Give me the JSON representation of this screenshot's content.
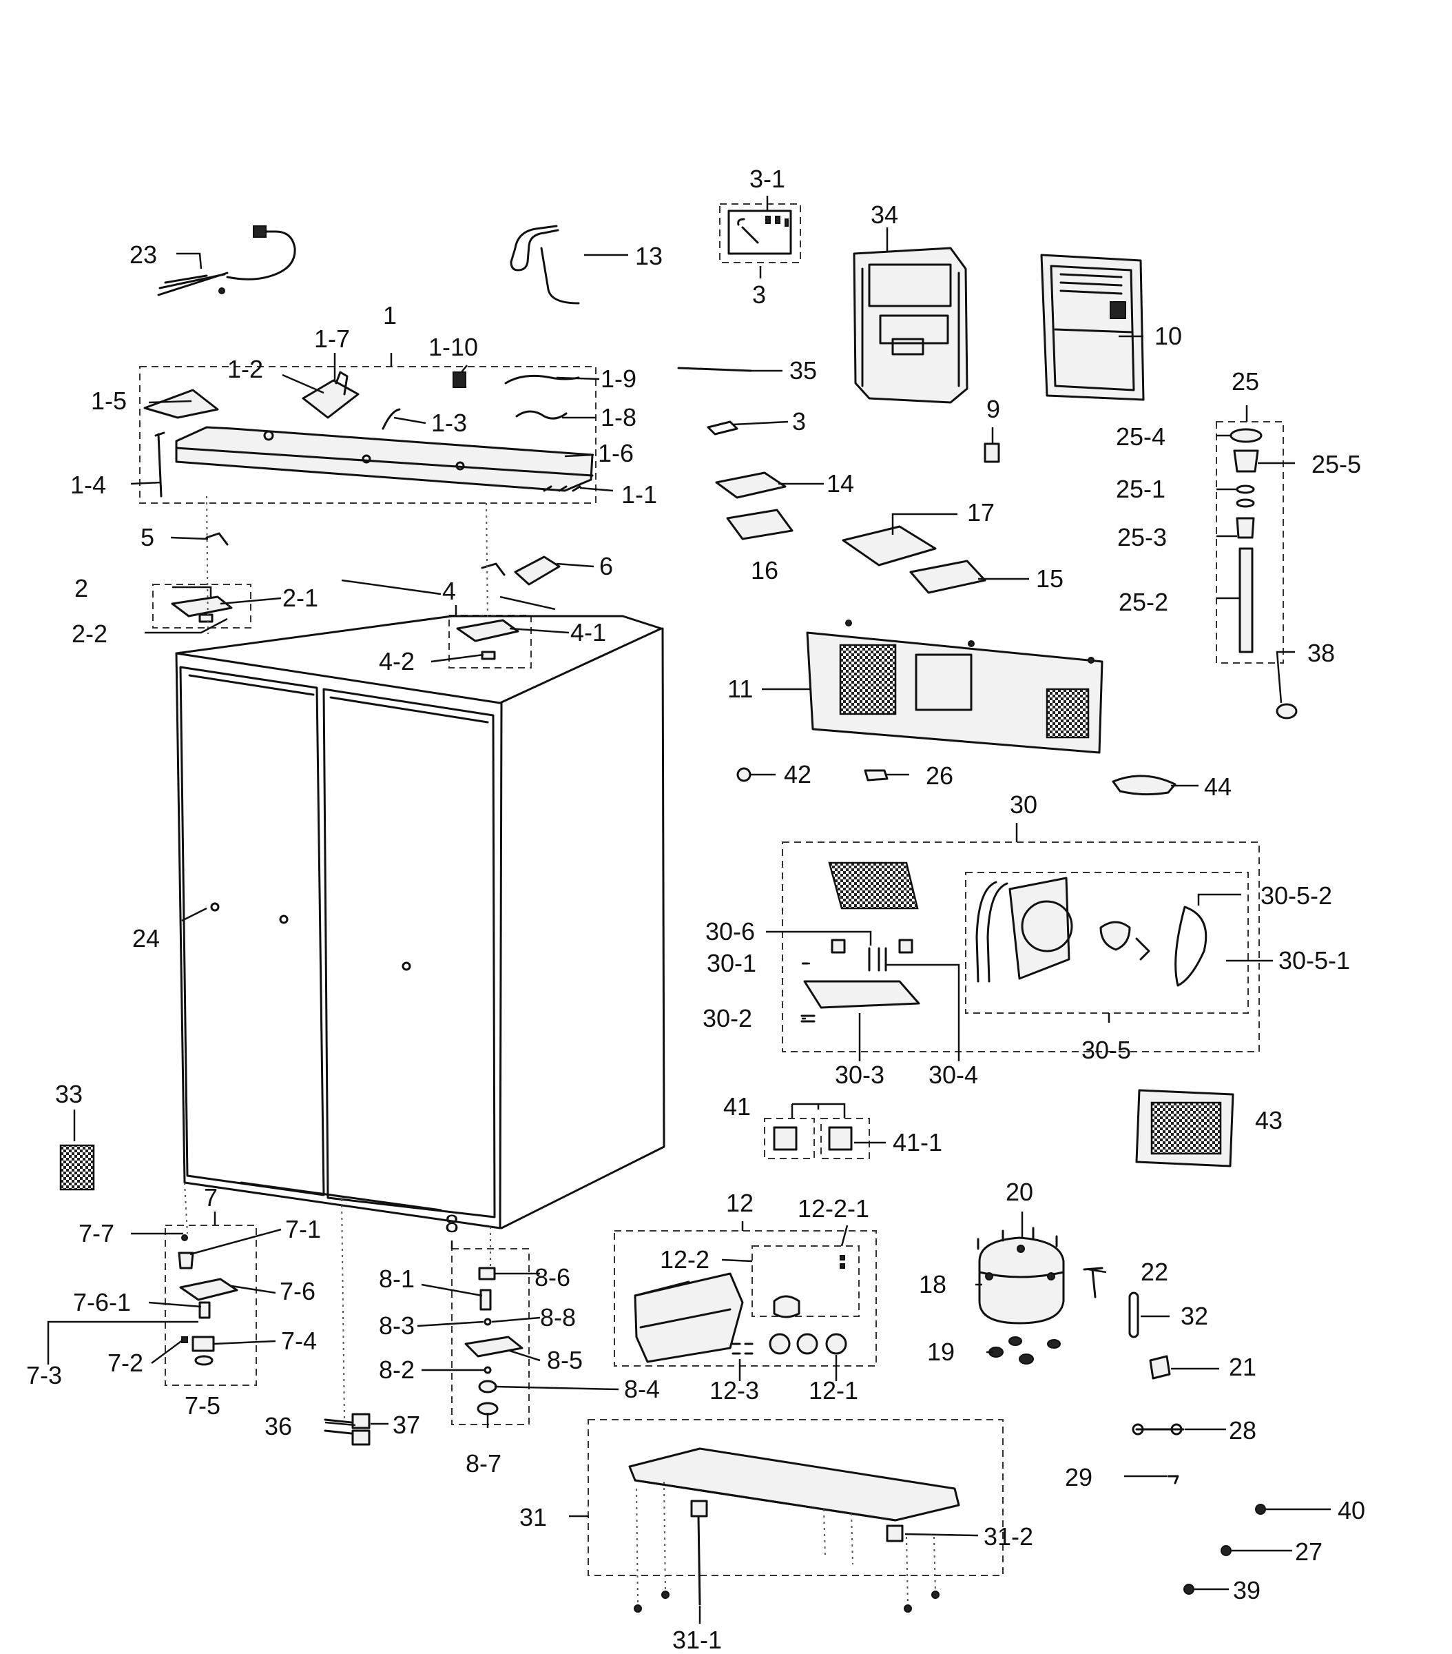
{
  "callouts": [
    {
      "id": "c1",
      "text": "1"
    },
    {
      "id": "c1_1",
      "text": "1-1"
    },
    {
      "id": "c1_2",
      "text": "1-2"
    },
    {
      "id": "c1_3",
      "text": "1-3"
    },
    {
      "id": "c1_4",
      "text": "1-4"
    },
    {
      "id": "c1_5",
      "text": "1-5"
    },
    {
      "id": "c1_6",
      "text": "1-6"
    },
    {
      "id": "c1_7",
      "text": "1-7"
    },
    {
      "id": "c1_8",
      "text": "1-8"
    },
    {
      "id": "c1_9",
      "text": "1-9"
    },
    {
      "id": "c1_10",
      "text": "1-10"
    },
    {
      "id": "c2",
      "text": "2"
    },
    {
      "id": "c2_1",
      "text": "2-1"
    },
    {
      "id": "c2_2",
      "text": "2-2"
    },
    {
      "id": "c3a",
      "text": "3"
    },
    {
      "id": "c3_1",
      "text": "3-1"
    },
    {
      "id": "c3b",
      "text": "3"
    },
    {
      "id": "c4",
      "text": "4"
    },
    {
      "id": "c4_1",
      "text": "4-1"
    },
    {
      "id": "c4_2",
      "text": "4-2"
    },
    {
      "id": "c5",
      "text": "5"
    },
    {
      "id": "c6",
      "text": "6"
    },
    {
      "id": "c7",
      "text": "7"
    },
    {
      "id": "c7_1",
      "text": "7-1"
    },
    {
      "id": "c7_2",
      "text": "7-2"
    },
    {
      "id": "c7_3",
      "text": "7-3"
    },
    {
      "id": "c7_4",
      "text": "7-4"
    },
    {
      "id": "c7_5",
      "text": "7-5"
    },
    {
      "id": "c7_6",
      "text": "7-6"
    },
    {
      "id": "c7_6_1",
      "text": "7-6-1"
    },
    {
      "id": "c7_7",
      "text": "7-7"
    },
    {
      "id": "c8",
      "text": "8"
    },
    {
      "id": "c8_1",
      "text": "8-1"
    },
    {
      "id": "c8_2",
      "text": "8-2"
    },
    {
      "id": "c8_3",
      "text": "8-3"
    },
    {
      "id": "c8_4",
      "text": "8-4"
    },
    {
      "id": "c8_5",
      "text": "8-5"
    },
    {
      "id": "c8_6",
      "text": "8-6"
    },
    {
      "id": "c8_7",
      "text": "8-7"
    },
    {
      "id": "c8_8",
      "text": "8-8"
    },
    {
      "id": "c9",
      "text": "9"
    },
    {
      "id": "c10",
      "text": "10"
    },
    {
      "id": "c11",
      "text": "11"
    },
    {
      "id": "c12",
      "text": "12"
    },
    {
      "id": "c12_1",
      "text": "12-1"
    },
    {
      "id": "c12_2",
      "text": "12-2"
    },
    {
      "id": "c12_2_1",
      "text": "12-2-1"
    },
    {
      "id": "c12_3",
      "text": "12-3"
    },
    {
      "id": "c13",
      "text": "13"
    },
    {
      "id": "c14",
      "text": "14"
    },
    {
      "id": "c15",
      "text": "15"
    },
    {
      "id": "c16",
      "text": "16"
    },
    {
      "id": "c17",
      "text": "17"
    },
    {
      "id": "c18",
      "text": "18"
    },
    {
      "id": "c19",
      "text": "19"
    },
    {
      "id": "c20",
      "text": "20"
    },
    {
      "id": "c21",
      "text": "21"
    },
    {
      "id": "c22",
      "text": "22"
    },
    {
      "id": "c23",
      "text": "23"
    },
    {
      "id": "c24",
      "text": "24"
    },
    {
      "id": "c25",
      "text": "25"
    },
    {
      "id": "c25_1",
      "text": "25-1"
    },
    {
      "id": "c25_2",
      "text": "25-2"
    },
    {
      "id": "c25_3",
      "text": "25-3"
    },
    {
      "id": "c25_4",
      "text": "25-4"
    },
    {
      "id": "c25_5",
      "text": "25-5"
    },
    {
      "id": "c26",
      "text": "26"
    },
    {
      "id": "c27",
      "text": "27"
    },
    {
      "id": "c28",
      "text": "28"
    },
    {
      "id": "c29",
      "text": "29"
    },
    {
      "id": "c30",
      "text": "30"
    },
    {
      "id": "c30_1",
      "text": "30-1"
    },
    {
      "id": "c30_2",
      "text": "30-2"
    },
    {
      "id": "c30_3",
      "text": "30-3"
    },
    {
      "id": "c30_4",
      "text": "30-4"
    },
    {
      "id": "c30_5",
      "text": "30-5"
    },
    {
      "id": "c30_5_1",
      "text": "30-5-1"
    },
    {
      "id": "c30_5_2",
      "text": "30-5-2"
    },
    {
      "id": "c30_6",
      "text": "30-6"
    },
    {
      "id": "c31",
      "text": "31"
    },
    {
      "id": "c31_1",
      "text": "31-1"
    },
    {
      "id": "c31_2",
      "text": "31-2"
    },
    {
      "id": "c32",
      "text": "32"
    },
    {
      "id": "c33",
      "text": "33"
    },
    {
      "id": "c34",
      "text": "34"
    },
    {
      "id": "c35",
      "text": "35"
    },
    {
      "id": "c36",
      "text": "36"
    },
    {
      "id": "c37",
      "text": "37"
    },
    {
      "id": "c38",
      "text": "38"
    },
    {
      "id": "c39",
      "text": "39"
    },
    {
      "id": "c40",
      "text": "40"
    },
    {
      "id": "c41",
      "text": "41"
    },
    {
      "id": "c41_1",
      "text": "41-1"
    },
    {
      "id": "c42",
      "text": "42"
    },
    {
      "id": "c43",
      "text": "43"
    },
    {
      "id": "c44",
      "text": "44"
    }
  ]
}
